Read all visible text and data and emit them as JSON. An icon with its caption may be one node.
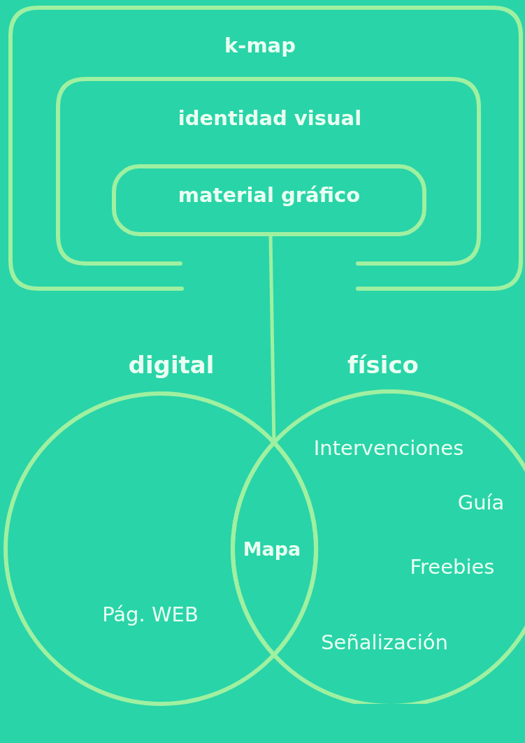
{
  "diagram": {
    "nodes": [
      {
        "text": [
          "k-map"
        ]
      },
      {
        "text": [
          "identidad visual"
        ],
        "in": 0
      },
      {
        "text": [
          "material gráfico"
        ],
        "in": 1
      },
      {
        "text": [
          "digital",
          "Pág. WEB"
        ]
      },
      {
        "text": [
          "físico",
          "Intervenciones",
          "Guía",
          "Freebies",
          "Señalización"
        ]
      },
      {
        "text": [
          "Mapa"
        ]
      }
    ],
    "edges": [
      {
        "from": 2,
        "to": 5,
        "arrow": "none"
      }
    ]
  }
}
